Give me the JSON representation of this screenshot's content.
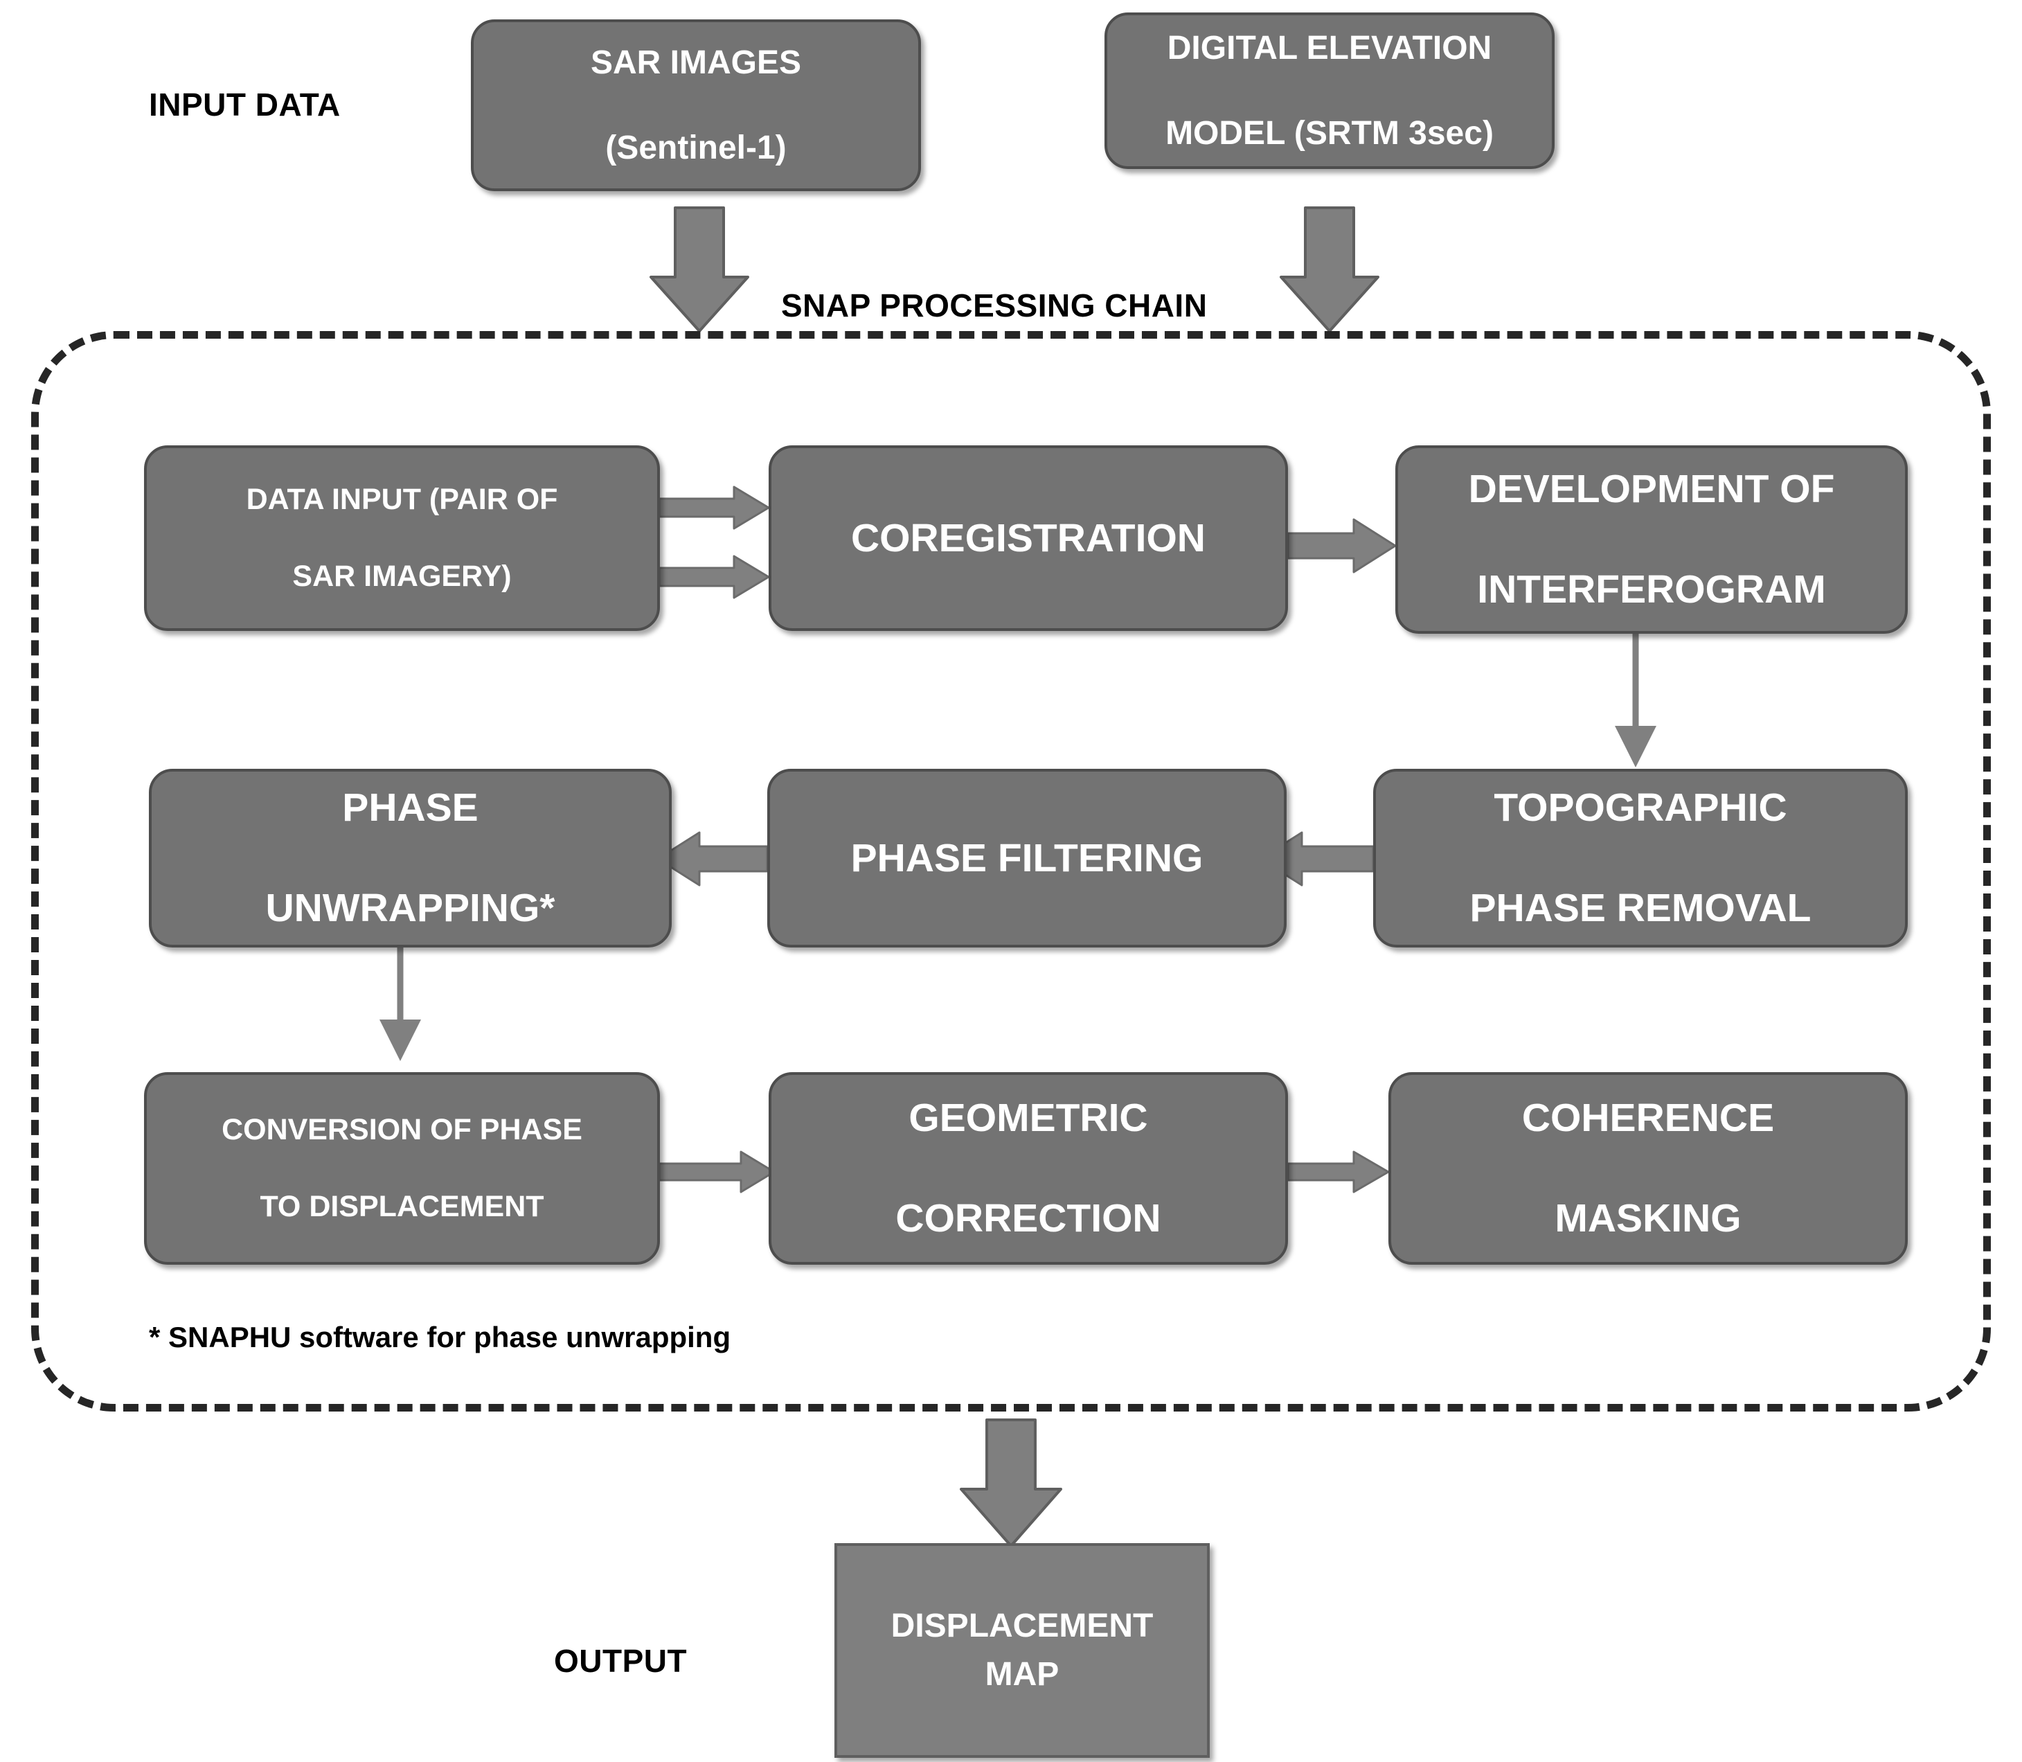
{
  "diagram": {
    "title_labels": {
      "input": "INPUT DATA",
      "chain": "SNAP PROCESSING CHAIN",
      "output": "OUTPUT"
    },
    "footnote": "* SNAPHU software for phase unwrapping",
    "colors": {
      "node_fill": "#737373",
      "node_border": "#4d4d4d",
      "output_fill": "#7f7f7f",
      "arrow": "#7f7f7f",
      "thin_arrow": "#808080",
      "dashed_border": "#262626",
      "text_on_node": "#ffffff",
      "text_label": "#000000",
      "background": "#ffffff"
    },
    "inputs": [
      {
        "id": "sar-images",
        "line1": "SAR IMAGES",
        "line2": "(Sentinel-1)"
      },
      {
        "id": "dem",
        "line1": "DIGITAL ELEVATION",
        "line2": "MODEL (SRTM 3sec)"
      }
    ],
    "process_nodes": [
      {
        "id": "data-input",
        "line1": "DATA INPUT (PAIR OF",
        "line2": "SAR IMAGERY)"
      },
      {
        "id": "coregistration",
        "line1": "COREGISTRATION",
        "line2": ""
      },
      {
        "id": "development-of-interferogram",
        "line1": "DEVELOPMENT OF",
        "line2": "INTERFEROGRAM"
      },
      {
        "id": "topographic-phase-removal",
        "line1": "TOPOGRAPHIC",
        "line2": "PHASE REMOVAL"
      },
      {
        "id": "phase-filtering",
        "line1": "PHASE FILTERING",
        "line2": ""
      },
      {
        "id": "phase-unwrapping",
        "line1": "PHASE",
        "line2": "UNWRAPPING*"
      },
      {
        "id": "conversion-of-phase-to-displacement",
        "line1": "CONVERSION OF PHASE",
        "line2": "TO DISPLACEMENT"
      },
      {
        "id": "geometric-correction",
        "line1": "GEOMETRIC",
        "line2": "CORRECTION"
      },
      {
        "id": "coherence-masking",
        "line1": "COHERENCE",
        "line2": "MASKING"
      }
    ],
    "output_node": {
      "id": "displacement-map",
      "line1": "DISPLACEMENT",
      "line2": "MAP"
    },
    "flow_edges": [
      {
        "from": "sar-images",
        "to": "snap-processing-chain",
        "style": "block-arrow-down"
      },
      {
        "from": "dem",
        "to": "snap-processing-chain",
        "style": "block-arrow-down"
      },
      {
        "from": "data-input",
        "to": "coregistration",
        "style": "double-thick-arrow-right"
      },
      {
        "from": "coregistration",
        "to": "development-of-interferogram",
        "style": "thick-arrow-right"
      },
      {
        "from": "development-of-interferogram",
        "to": "topographic-phase-removal",
        "style": "thin-arrow-down"
      },
      {
        "from": "topographic-phase-removal",
        "to": "phase-filtering",
        "style": "thick-arrow-left"
      },
      {
        "from": "phase-filtering",
        "to": "phase-unwrapping",
        "style": "thick-arrow-left"
      },
      {
        "from": "phase-unwrapping",
        "to": "conversion-of-phase-to-displacement",
        "style": "thin-arrow-down"
      },
      {
        "from": "conversion-of-phase-to-displacement",
        "to": "geometric-correction",
        "style": "thin-arrow-right"
      },
      {
        "from": "geometric-correction",
        "to": "coherence-masking",
        "style": "thin-arrow-right"
      },
      {
        "from": "snap-processing-chain",
        "to": "displacement-map",
        "style": "block-arrow-down"
      }
    ]
  }
}
